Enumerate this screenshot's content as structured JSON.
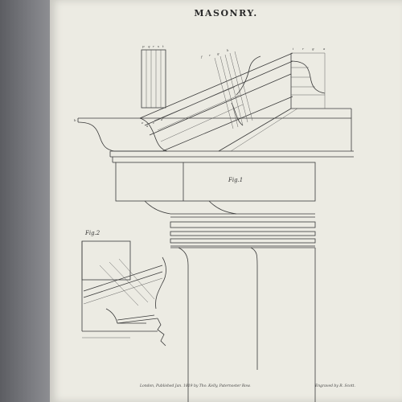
{
  "plate": {
    "title": "MASONRY.",
    "fig1_label": "Fig.1",
    "fig2_label": "Fig.2",
    "publisher_line": "London, Published Jan. 1819 by Tho. Kelly, Paternoster Row.",
    "engraver_line": "Engraved by R. Scott."
  },
  "letters": {
    "upper_left": [
      "p",
      "q",
      "r",
      "s",
      "t"
    ],
    "middle": [
      "f",
      "r",
      "g",
      "h"
    ],
    "upper_right": [
      "i",
      "r",
      "g",
      "a"
    ],
    "cornice_left": "b",
    "cornice_mid": [
      "e",
      "a",
      "c",
      "d"
    ]
  },
  "colors": {
    "paper": "#ecebe3",
    "ink": "#3a3a3a",
    "binding": "#6f7075"
  }
}
